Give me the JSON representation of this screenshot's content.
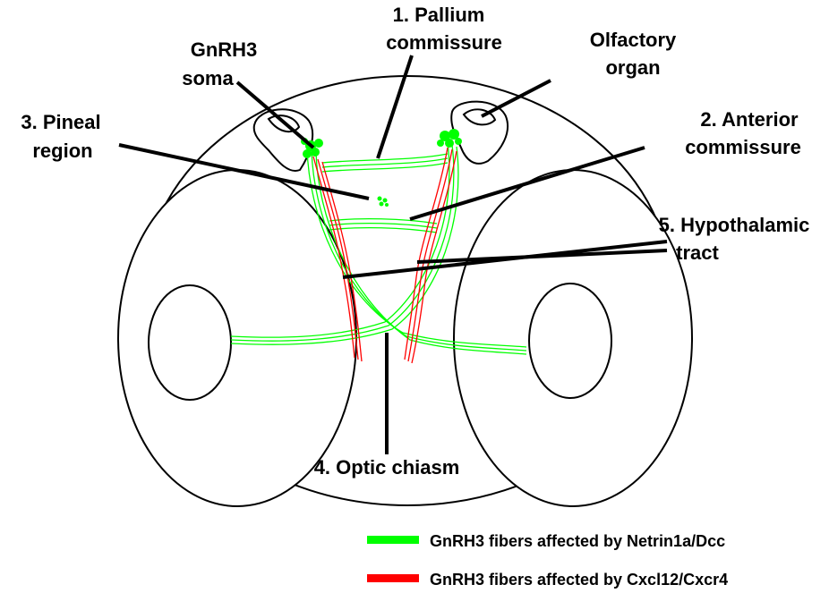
{
  "labels": {
    "pallium_line1": "1. Pallium",
    "pallium_line2": "commissure",
    "gnrh_line1": "GnRH3",
    "gnrh_line2": "soma",
    "olfactory_line1": "Olfactory",
    "olfactory_line2": "organ",
    "pineal_line1": "3. Pineal",
    "pineal_line2": "region",
    "anterior_line1": "2. Anterior",
    "anterior_line2": "commissure",
    "hypothalamic_line1": "5. Hypothalamic",
    "hypothalamic_line2": "tract",
    "optic_chiasm": "4. Optic chiasm"
  },
  "legend": [
    {
      "label": "GnRH3 fibers affected by Netrin1a/Dcc",
      "color": "#00ff00"
    },
    {
      "label": "GnRH3 fibers affected by Cxcl12/Cxcr4",
      "color": "#ff0000"
    }
  ],
  "colors": {
    "green_fiber": "#00ff00",
    "red_fiber": "#ff0000",
    "outline": "#000000"
  }
}
